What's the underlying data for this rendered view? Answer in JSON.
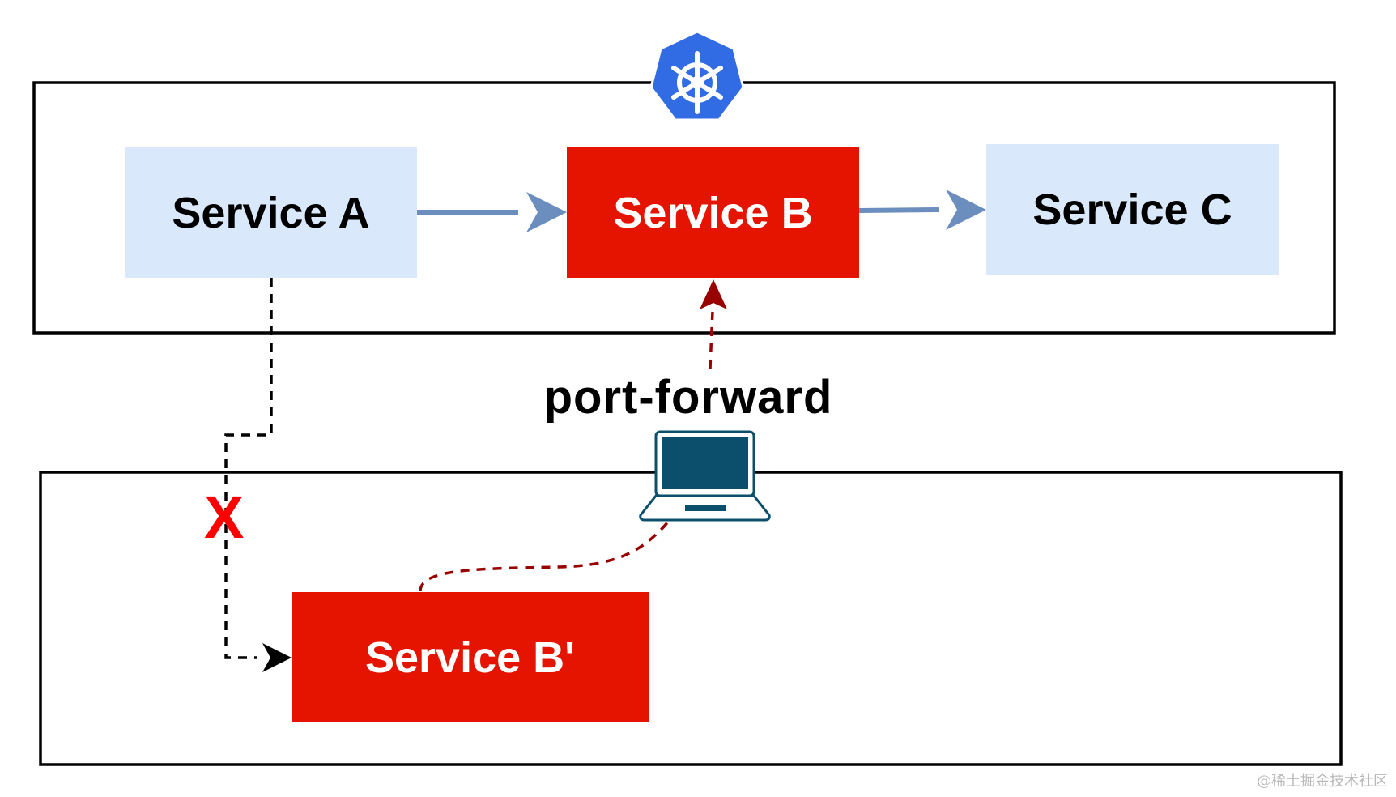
{
  "services": {
    "a": {
      "label": "Service A"
    },
    "b": {
      "label": "Service B"
    },
    "c": {
      "label": "Service C"
    },
    "b_prime": {
      "label": "Service B'"
    }
  },
  "port_forward": {
    "label": "port-forward"
  },
  "blocked": {
    "label": "X"
  },
  "watermark": {
    "text": "@稀土掘金技术社区"
  },
  "icons": [
    "kubernetes-logo-icon",
    "laptop-icon"
  ],
  "colors": {
    "light_box": "#dae8fc",
    "red_box": "#e51400",
    "solid_arrow": "#6c8ebf",
    "dashed_red": "#990000",
    "dashed_black": "#000000",
    "k8s_blue": "#326ce5",
    "laptop": "#0b4f6c",
    "x_red": "#ff0000"
  }
}
